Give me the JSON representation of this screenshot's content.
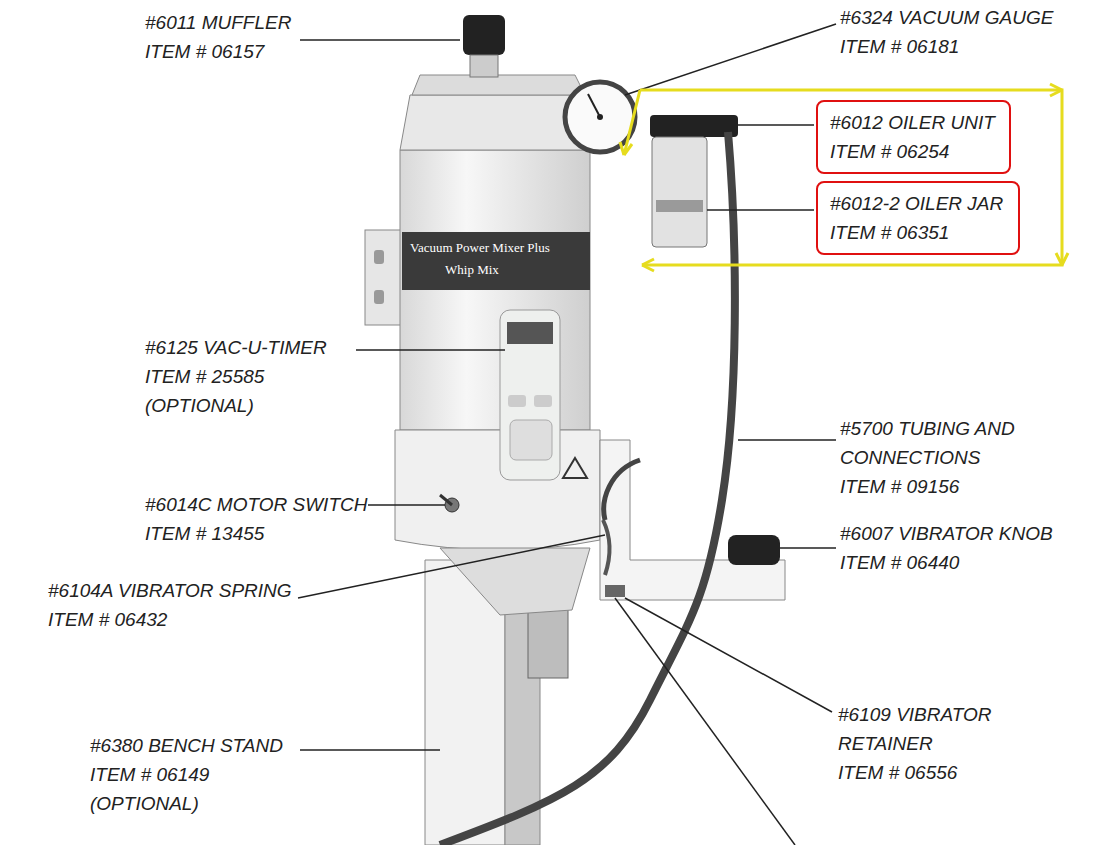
{
  "diagram": {
    "nodes": [
      {
        "text": [
          "#6012 OILER UNIT ITEM # 06254"
        ]
      },
      {
        "text": [
          "#6012-2 OILER JAR ITEM # 06351"
        ]
      }
    ],
    "labels": [
      "#6011 MUFFLER ITEM # 06157",
      "#6324 VACUUM GAUGE ITEM # 06181",
      "#6125 VAC-U-TIMER ITEM # 25585 (OPTIONAL)",
      "#5700 TUBING AND CONNECTIONS ITEM # 09156",
      "#6014C MOTOR SWITCH ITEM # 13455",
      "#6007 VIBRATOR KNOB ITEM # 06440",
      "#6104A VIBRATOR SPRING ITEM # 06432",
      "#6109 VIBRATOR RETAINER ITEM # 06556",
      "#6380 BENCH STAND ITEM # 06149 (OPTIONAL)",
      "Vacuum Power Mixer Plus",
      "Whip Mix"
    ]
  }
}
